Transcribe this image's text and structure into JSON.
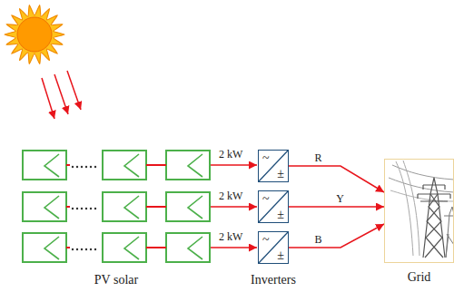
{
  "diagram": {
    "nodes": [
      {
        "text": [
          "~",
          "±"
        ]
      },
      {
        "text": [
          "~",
          "±"
        ]
      },
      {
        "text": [
          "~",
          "±"
        ]
      },
      {
        "text": [
          "Grid"
        ]
      }
    ],
    "edges": [
      {
        "from": 0,
        "to": 3,
        "arrow": "to",
        "label": "R"
      },
      {
        "from": 1,
        "to": 3,
        "arrow": "to",
        "label": "Y"
      },
      {
        "from": 2,
        "to": 3,
        "arrow": "to",
        "label": "B"
      }
    ],
    "labels": [
      "2 kW",
      "2 kW",
      "2 kW",
      "PV solar",
      "Inverters"
    ]
  }
}
